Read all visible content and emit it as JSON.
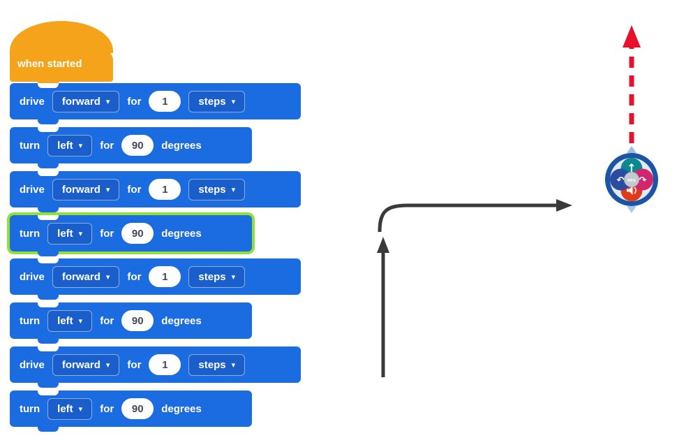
{
  "workspace": {
    "hat": {
      "label": "when started"
    },
    "blocks": [
      {
        "kind": "drive",
        "verb": "drive",
        "direction": "forward",
        "for_label": "for",
        "value": "1",
        "unit": "steps",
        "highlighted": false
      },
      {
        "kind": "turn",
        "verb": "turn",
        "direction": "left",
        "for_label": "for",
        "value": "90",
        "unit": "degrees",
        "highlighted": false
      },
      {
        "kind": "drive",
        "verb": "drive",
        "direction": "forward",
        "for_label": "for",
        "value": "1",
        "unit": "steps",
        "highlighted": false
      },
      {
        "kind": "turn",
        "verb": "turn",
        "direction": "left",
        "for_label": "for",
        "value": "90",
        "unit": "degrees",
        "highlighted": true
      },
      {
        "kind": "drive",
        "verb": "drive",
        "direction": "forward",
        "for_label": "for",
        "value": "1",
        "unit": "steps",
        "highlighted": false
      },
      {
        "kind": "turn",
        "verb": "turn",
        "direction": "left",
        "for_label": "for",
        "value": "90",
        "unit": "degrees",
        "highlighted": false
      },
      {
        "kind": "drive",
        "verb": "drive",
        "direction": "forward",
        "for_label": "for",
        "value": "1",
        "unit": "steps",
        "highlighted": false
      },
      {
        "kind": "turn",
        "verb": "turn",
        "direction": "left",
        "for_label": "for",
        "value": "90",
        "unit": "degrees",
        "highlighted": false
      }
    ]
  },
  "icons": {
    "dropdown_caret": "▾",
    "robot_up_arrow": "↑",
    "robot_turn_left": "↶",
    "robot_turn_right": "↷"
  },
  "diagram": {
    "robot_center_label": "vex"
  },
  "colors": {
    "block_blue": "#1B6BE1",
    "dropdown_blue": "#1A5ECB",
    "hat_orange": "#F5A31B",
    "highlight_green": "#90E03A",
    "path_arrow_black": "#3A3A3A",
    "heading_arrow_red": "#E8112D",
    "robot_ring_blue": "#1C55A5",
    "robot_teal": "#0A8A90",
    "robot_left_blue": "#2C4BA3",
    "robot_pink": "#D0256F",
    "robot_red": "#DE3A1B"
  }
}
